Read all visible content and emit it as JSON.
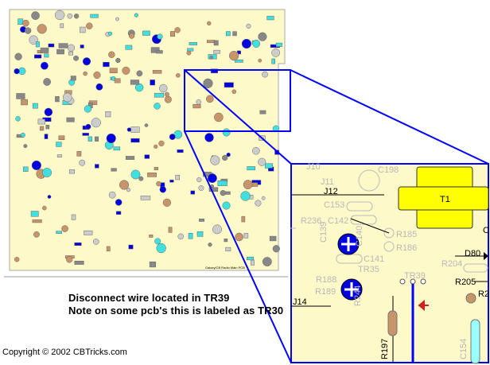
{
  "board": {
    "title": "Galaxy/CB Radio Main PCB"
  },
  "inset": {
    "labels_grey": [
      "J10",
      "C198",
      "J11",
      "C153",
      "R236",
      "C142",
      "C139",
      "C140",
      "R185",
      "R186",
      "C141",
      "TR35",
      "R188",
      "R189",
      "R244",
      "TR39",
      "R204",
      "C154"
    ],
    "labels_black": [
      "J12",
      "J14",
      "T1",
      "D80",
      "R205",
      "R2",
      "R197",
      "C"
    ],
    "transformer": "T1"
  },
  "notes": {
    "line1": "Disconnect wire located in TR39",
    "line2": "Note on some pcb's this is labeled as TR30"
  },
  "copyright": "Copyright © 2002 CBTricks.com",
  "colors": {
    "board": "#fdf9c8",
    "zoom_frame": "#0000ff",
    "arrow": "#d02020",
    "transformer": "#ffff00"
  }
}
